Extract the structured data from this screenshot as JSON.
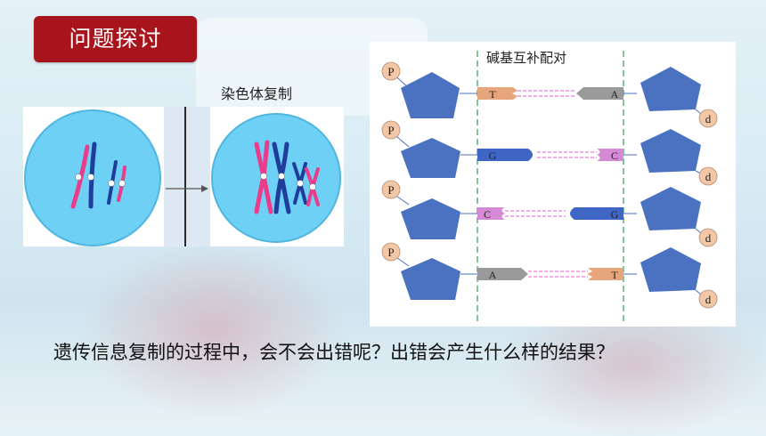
{
  "slide": {
    "title": "问题探讨",
    "left_caption": "染色体复制",
    "right_caption": "碱基互补配对",
    "question": "遗传信息复制的过程中，会不会出错呢？出错会产生什么样的结果？"
  },
  "diagram_labels": {
    "phosphate": "P",
    "deoxyribose": "d",
    "pairs": [
      {
        "left_base": "T",
        "right_base": "A"
      },
      {
        "left_base": "G",
        "right_base": "C"
      },
      {
        "left_base": "C",
        "right_base": "G"
      },
      {
        "left_base": "A",
        "right_base": "T"
      }
    ]
  },
  "colors": {
    "title_bg": "#a8141c",
    "cell_fill": "#6fd0f5",
    "sugar_fill": "#4a72c0",
    "phosphate_fill": "#f2c7a6",
    "base_T": "#e6a57a",
    "base_A": "#9a9a9a",
    "base_G": "#3f66c4",
    "base_C": "#d68ad6",
    "chromosome_pink": "#ea3c8a",
    "chromosome_blue": "#1f3d9a"
  }
}
